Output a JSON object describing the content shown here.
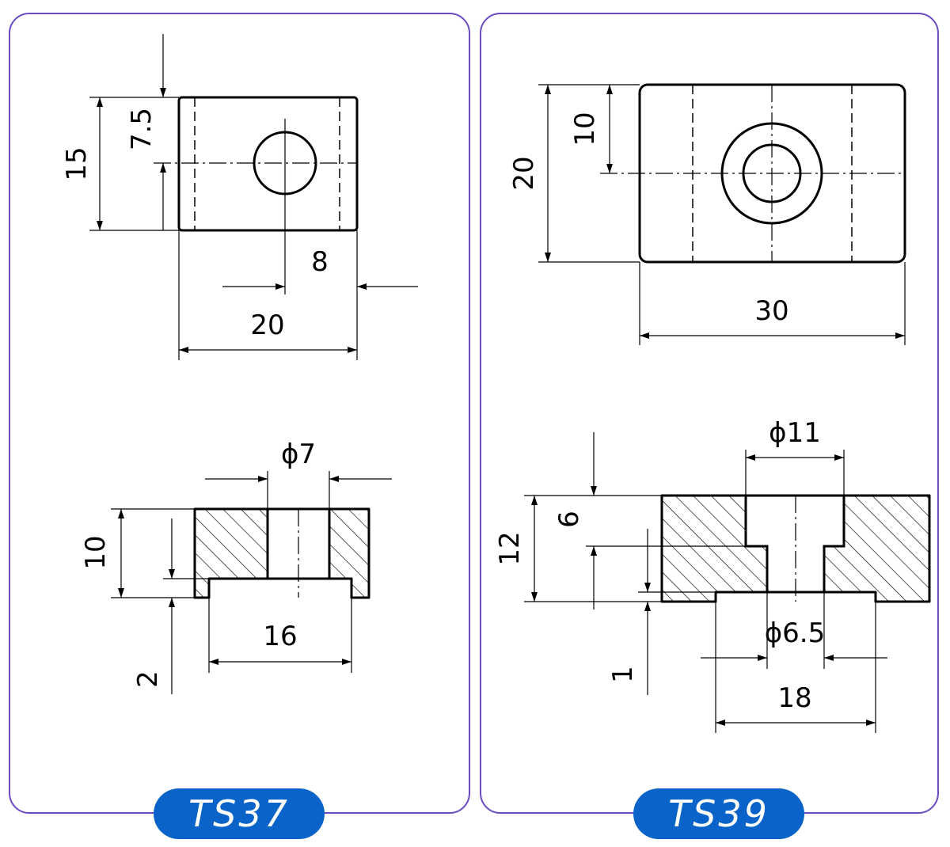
{
  "parts": [
    {
      "id": "TS37",
      "label": "TS37",
      "dims": {
        "height_total": "15",
        "height_center": "7.5",
        "hole_offset": "8",
        "width": "20",
        "bore": "ϕ7",
        "thickness": "10",
        "slot_depth": "2",
        "slot_width": "16"
      }
    },
    {
      "id": "TS39",
      "label": "TS39",
      "dims": {
        "height_total": "20",
        "height_center": "10",
        "width": "30",
        "counterbore": "ϕ11",
        "thickness": "12",
        "counterbore_depth": "6",
        "slot_depth": "1",
        "bore": "ϕ6.5",
        "slot_width": "18"
      }
    }
  ]
}
